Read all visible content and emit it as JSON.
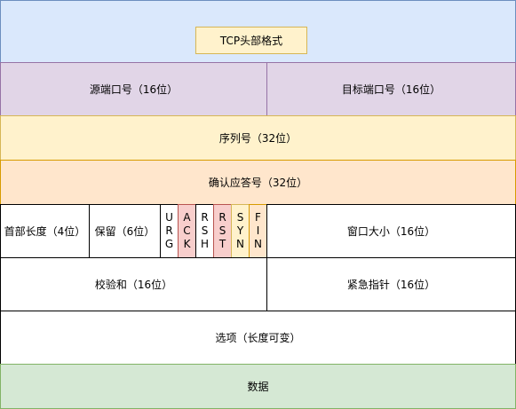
{
  "title": "TCP头部格式",
  "rows": {
    "source_port": "源端口号（16位）",
    "dest_port": "目标端口号（16位）",
    "sequence": "序列号（32位）",
    "ack_number": "确认应答号（32位）",
    "header_length": "首部长度（4位）",
    "reserved": "保留（6位）",
    "window": "窗口大小（16位）",
    "checksum": "校验和（16位）",
    "urgent": "紧急指针（16位）",
    "options": "选项（长度可变）",
    "data": "数据"
  },
  "flags": [
    {
      "name": "URG",
      "letters": [
        "U",
        "R",
        "G"
      ],
      "color": "white"
    },
    {
      "name": "ACK",
      "letters": [
        "A",
        "C",
        "K"
      ],
      "color": "red"
    },
    {
      "name": "RSH",
      "letters": [
        "R",
        "S",
        "H"
      ],
      "color": "white"
    },
    {
      "name": "RST",
      "letters": [
        "R",
        "S",
        "T"
      ],
      "color": "red"
    },
    {
      "name": "SYN",
      "letters": [
        "S",
        "Y",
        "N"
      ],
      "color": "yellow"
    },
    {
      "name": "FIN",
      "letters": [
        "F",
        "I",
        "N"
      ],
      "color": "orange"
    }
  ],
  "colors": {
    "header_band": "#dae8fc",
    "purple": "#e1d5e7",
    "yellow": "#fff2cc",
    "orange": "#ffe6cc",
    "red": "#f8cecc",
    "green": "#d5e8d4"
  }
}
